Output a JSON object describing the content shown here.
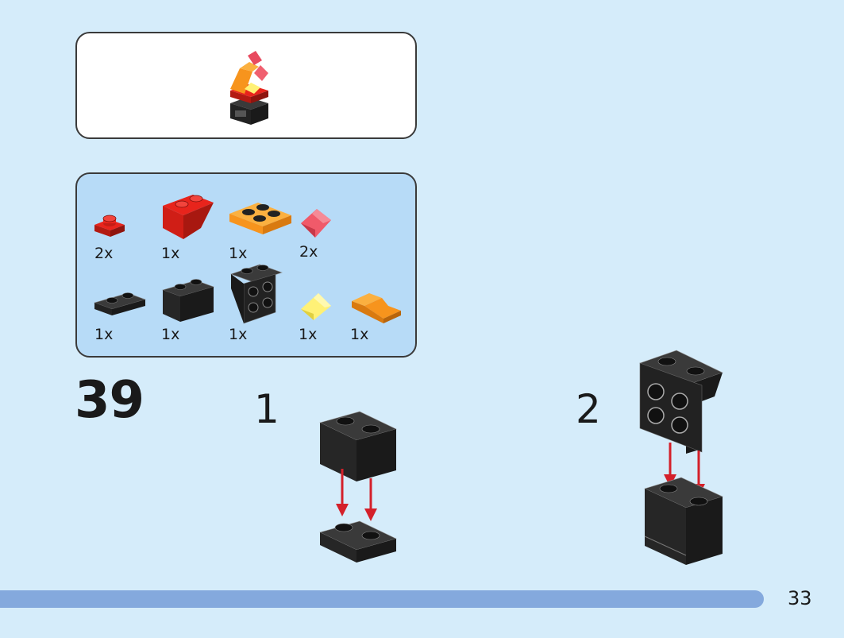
{
  "step": {
    "number": "39"
  },
  "parts": [
    {
      "qty": "2x",
      "icon": "red-plate-1x1-icon"
    },
    {
      "qty": "1x",
      "icon": "red-inverted-slope-icon"
    },
    {
      "qty": "1x",
      "icon": "orange-plate-2x2-icon"
    },
    {
      "qty": "2x",
      "icon": "trans-red-tile-slope-icon"
    },
    {
      "qty": "1x",
      "icon": "black-plate-1x2-icon"
    },
    {
      "qty": "1x",
      "icon": "black-brick-1x2-icon"
    },
    {
      "qty": "1x",
      "icon": "black-bracket-2x2-icon"
    },
    {
      "qty": "1x",
      "icon": "trans-yellow-tile-slope-icon"
    },
    {
      "qty": "1x",
      "icon": "orange-slope-icon"
    }
  ],
  "substeps": [
    {
      "label": "1"
    },
    {
      "label": "2"
    }
  ],
  "page": {
    "number": "33"
  },
  "colors": {
    "background": "#d5ecfa",
    "parts_panel": "#b7dbf7",
    "progress": "#84a9dd",
    "arrow": "#d4202a"
  }
}
